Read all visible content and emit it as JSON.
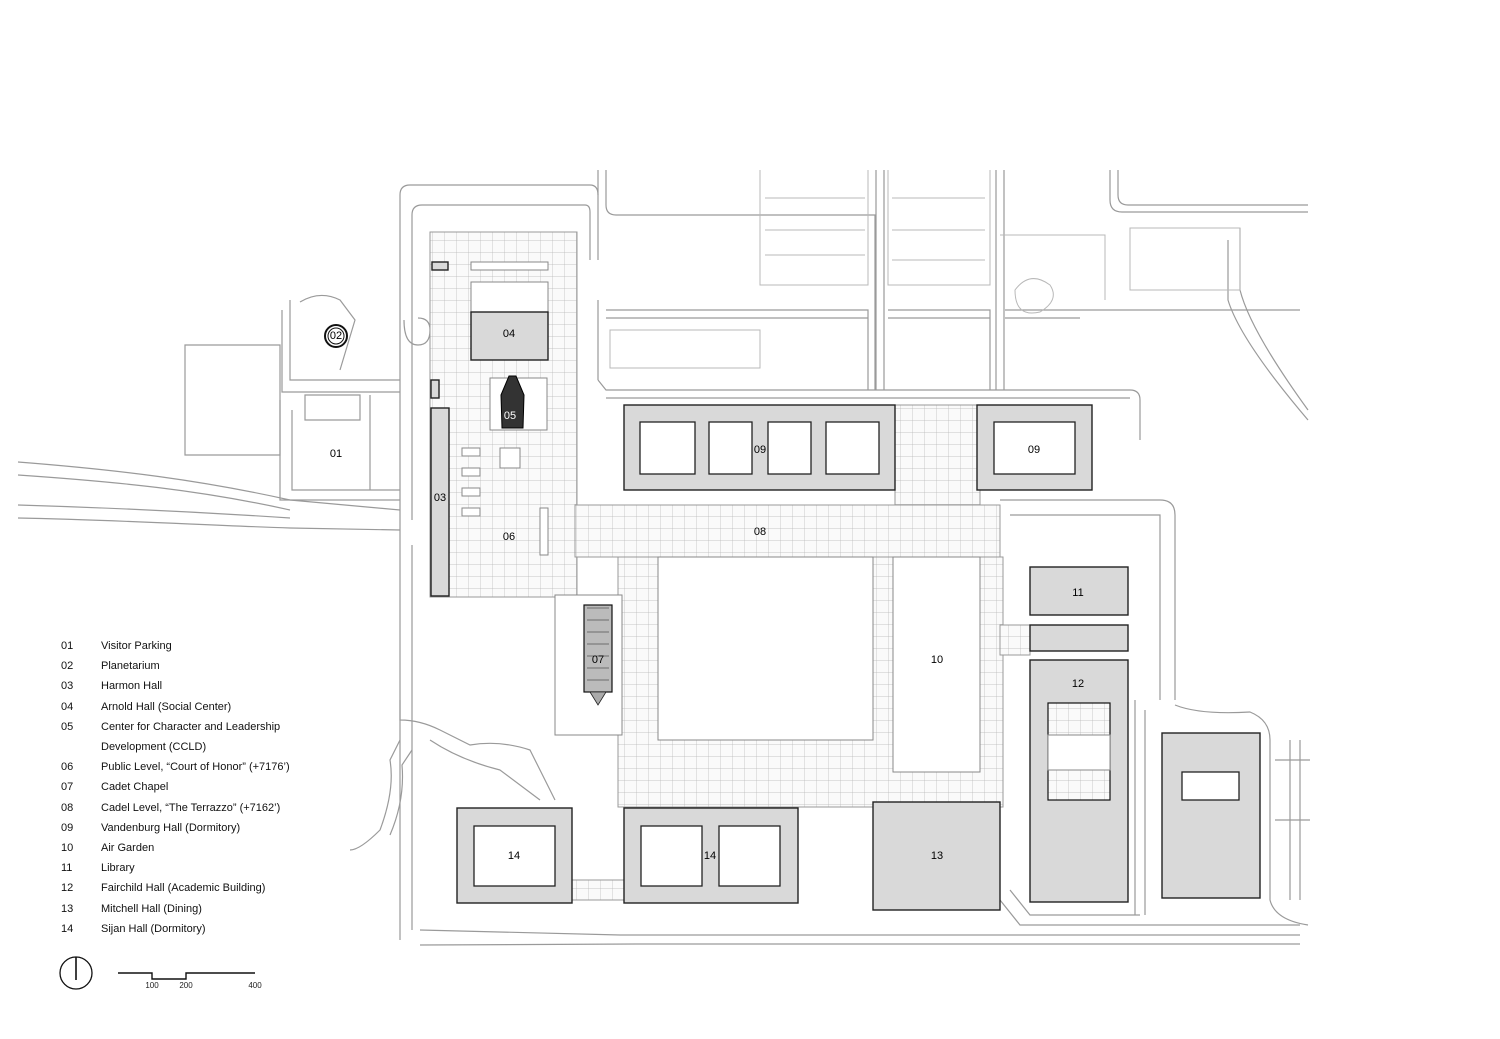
{
  "map_labels": {
    "l01": "01",
    "l02": "02",
    "l03": "03",
    "l04": "04",
    "l05": "05",
    "l06": "06",
    "l07": "07",
    "l08": "08",
    "l09a": "09",
    "l09b": "09",
    "l10": "10",
    "l11": "11",
    "l12": "12",
    "l13": "13",
    "l14a": "14",
    "l14b": "14"
  },
  "legend": [
    {
      "num": "01",
      "text": "Visitor Parking"
    },
    {
      "num": "02",
      "text": "Planetarium"
    },
    {
      "num": "03",
      "text": "Harmon Hall"
    },
    {
      "num": "04",
      "text": "Arnold Hall (Social Center)"
    },
    {
      "num": "05",
      "text": "Center for Character and Leadership"
    },
    {
      "num": "",
      "text": "Development (CCLD)"
    },
    {
      "num": "06",
      "text": "Public Level, “Court of Honor” (+7176’)"
    },
    {
      "num": "07",
      "text": "Cadet Chapel"
    },
    {
      "num": "08",
      "text": "Cadel Level, “The Terrazzo” (+7162’)"
    },
    {
      "num": "09",
      "text": "Vandenburg Hall (Dormitory)"
    },
    {
      "num": "10",
      "text": "Air Garden"
    },
    {
      "num": "11",
      "text": "Library"
    },
    {
      "num": "12",
      "text": "Fairchild Hall (Academic Building)"
    },
    {
      "num": "13",
      "text": "Mitchell Hall (Dining)"
    },
    {
      "num": "14",
      "text": "Sijan Hall (Dormitory)"
    }
  ],
  "scale": {
    "t1": "100",
    "t2": "200",
    "t3": "400"
  },
  "icons": {
    "north": "north-arrow-icon",
    "scale": "scale-bar-icon"
  }
}
